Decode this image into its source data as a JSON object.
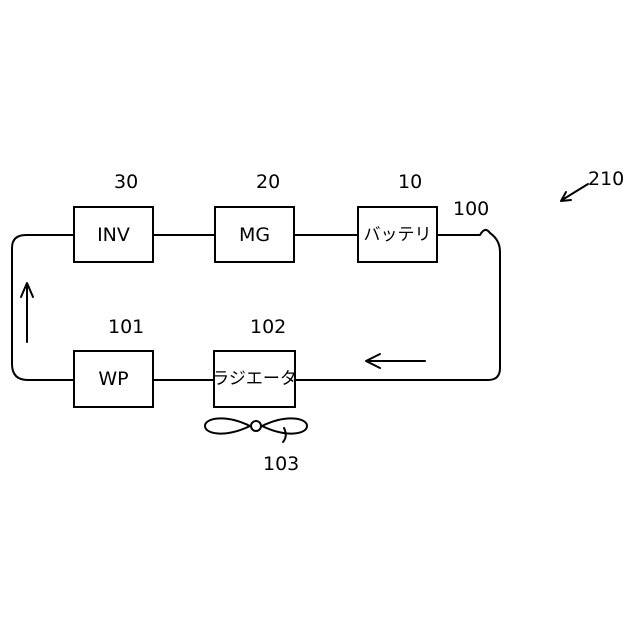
{
  "diagram": {
    "figure_ref": "210",
    "loop_ref": "100",
    "fan_ref": "103",
    "boxes": [
      {
        "id": "inv",
        "label": "INV",
        "ref": "30"
      },
      {
        "id": "mg",
        "label": "MG",
        "ref": "20"
      },
      {
        "id": "battery",
        "label": "バッテリ",
        "ref": "10"
      },
      {
        "id": "wp",
        "label": "WP",
        "ref": "101"
      },
      {
        "id": "radiator",
        "label": "ラジエータ",
        "ref": "102"
      }
    ]
  }
}
